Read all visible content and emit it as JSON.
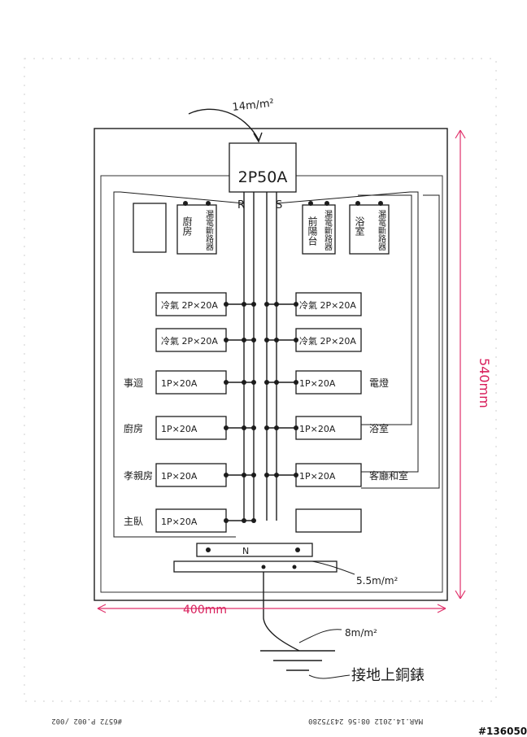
{
  "main_breaker": {
    "label": "2P50A"
  },
  "phase_labels": {
    "r": "R",
    "s": "S"
  },
  "wire_specs": {
    "input": "14m/m²",
    "neutral": "5.5m/m²",
    "ground": "8m/m²"
  },
  "neutral_bar": {
    "label": "N"
  },
  "top_elcbs": [
    {
      "room": "廚房",
      "device": "漏電斷路器"
    },
    {
      "room": "前陽台",
      "device": "漏電斷路器"
    },
    {
      "room": "浴室",
      "device": "漏電斷路器"
    }
  ],
  "left_breakers": [
    {
      "label": "冷氣 2P×20A",
      "room": ""
    },
    {
      "label": "冷氣 2P×20A",
      "room": ""
    },
    {
      "label": "1P×20A",
      "room": "事迴"
    },
    {
      "label": "1P×20A",
      "room": "廚房"
    },
    {
      "label": "1P×20A",
      "room": "孝親房"
    },
    {
      "label": "1P×20A",
      "room": "主臥"
    }
  ],
  "right_breakers": [
    {
      "label": "冷氣 2P×20A",
      "room": ""
    },
    {
      "label": "冷氣 2P×20A",
      "room": ""
    },
    {
      "label": "1P×20A",
      "room": "電燈"
    },
    {
      "label": "1P×20A",
      "room": "浴室"
    },
    {
      "label": "1P×20A",
      "room": "客廳和室"
    }
  ],
  "dimensions": {
    "height": "540mm",
    "width": "400mm"
  },
  "ground_label": "接地上銅錶",
  "fax_footer": {
    "left": "#6572 P.002 /002",
    "right": "MAR.14.2012 08:56 24375280"
  },
  "stamp": "#136050"
}
